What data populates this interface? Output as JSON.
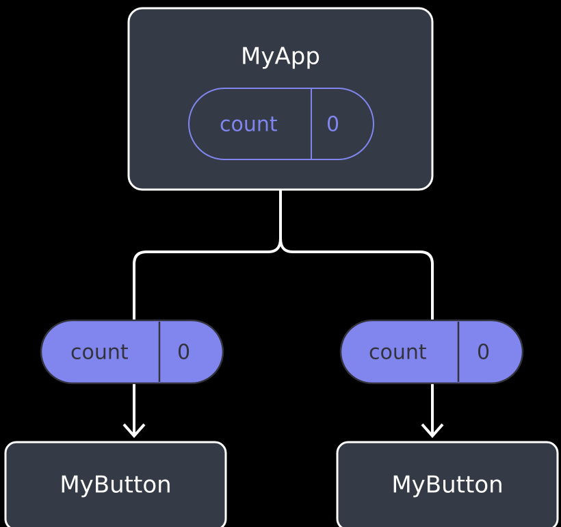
{
  "diagram": {
    "type": "component-tree",
    "background_color": "#000000",
    "colors": {
      "box_fill": "#343a46",
      "box_border": "#ffffff",
      "box_text": "#ffffff",
      "accent_purple": "#8186ef",
      "pill_text_dark": "#33333d",
      "edge": "#ffffff"
    },
    "root": {
      "title": "MyApp",
      "state_pill": {
        "key": "count",
        "value": "0",
        "style": "outlined"
      }
    },
    "branches": [
      {
        "side": "left",
        "prop_pill": {
          "key": "count",
          "value": "0",
          "style": "filled"
        },
        "child": {
          "title": "MyButton"
        }
      },
      {
        "side": "right",
        "prop_pill": {
          "key": "count",
          "value": "0",
          "style": "filled"
        },
        "child": {
          "title": "MyButton"
        }
      }
    ]
  }
}
